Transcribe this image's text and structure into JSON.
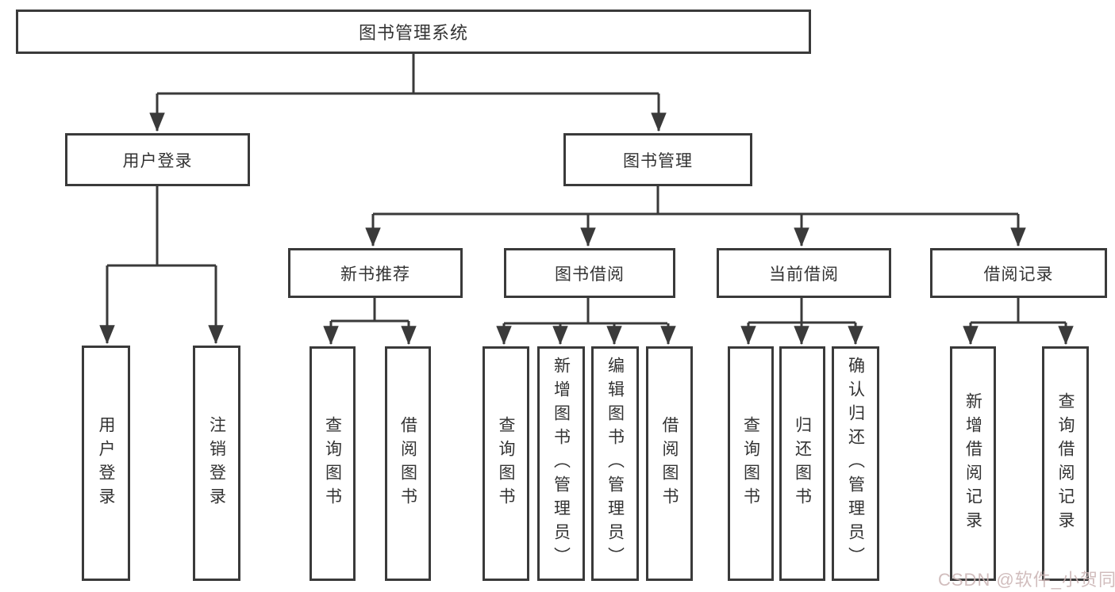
{
  "colors": {
    "line": "#3a3a3a",
    "text": "#333333",
    "node_background": "#ffffff",
    "page_background": "#ffffff",
    "watermark": "#c9b2b2"
  },
  "tree": {
    "root": {
      "label": "图书管理系统"
    },
    "user_login": {
      "label": "用户登录",
      "children": [
        {
          "label": "用户登录"
        },
        {
          "label": "注销登录"
        }
      ]
    },
    "book_management": {
      "label": "图书管理",
      "groups": [
        {
          "label": "新书推荐",
          "children": [
            {
              "label": "查询图书"
            },
            {
              "label": "借阅图书"
            }
          ]
        },
        {
          "label": "图书借阅",
          "children": [
            {
              "label": "查询图书"
            },
            {
              "label": "新增图书（管理员）"
            },
            {
              "label": "编辑图书（管理员）"
            },
            {
              "label": "借阅图书"
            }
          ]
        },
        {
          "label": "当前借阅",
          "children": [
            {
              "label": "查询图书"
            },
            {
              "label": "归还图书"
            },
            {
              "label": "确认归还（管理员）"
            }
          ]
        },
        {
          "label": "借阅记录",
          "children": [
            {
              "label": "新增借阅记录"
            },
            {
              "label": "查询借阅记录"
            }
          ]
        }
      ]
    }
  },
  "watermark": {
    "text": "CSDN @软件_小贺同学"
  }
}
